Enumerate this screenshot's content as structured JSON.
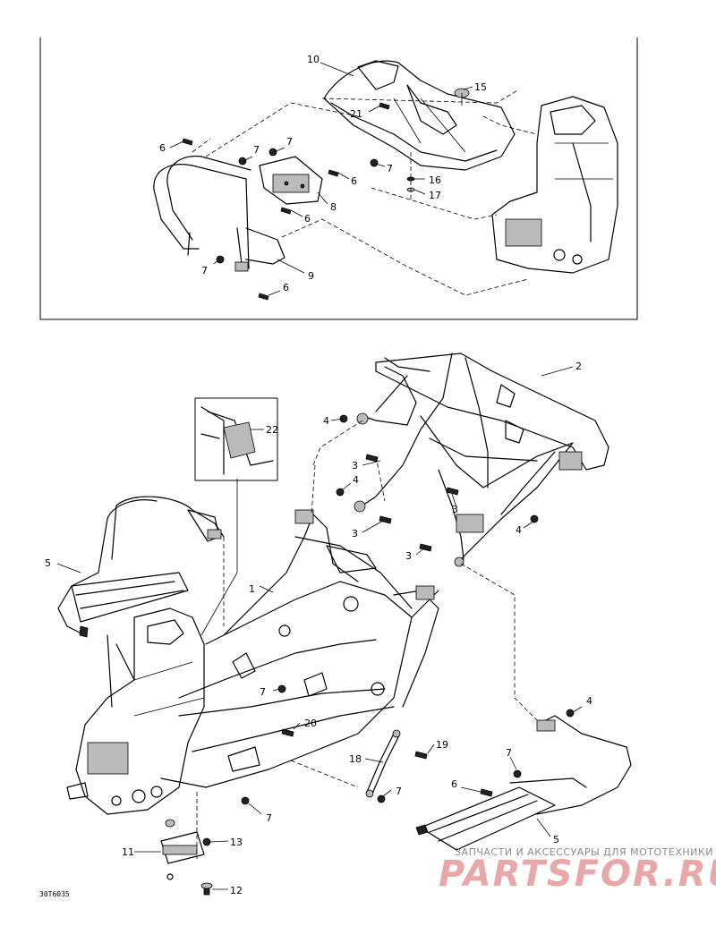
{
  "callouts": {
    "c1": "1",
    "c2": "2",
    "c3a": "3",
    "c3b": "3",
    "c3c": "3",
    "c3d": "3",
    "c4a": "4",
    "c4b": "4",
    "c4c": "4",
    "c4d": "4",
    "c5a": "5",
    "c5b": "5",
    "c6a": "6",
    "c6b": "6",
    "c6c": "6",
    "c6d": "6",
    "c6e": "6",
    "c7a": "7",
    "c7b": "7",
    "c7c": "7",
    "c7d": "7",
    "c7e": "7",
    "c7f": "7",
    "c7g": "7",
    "c7h": "7",
    "c8": "8",
    "c9": "9",
    "c10": "10",
    "c11": "11",
    "c12": "12",
    "c13": "13",
    "c15": "15",
    "c16": "16",
    "c17": "17",
    "c18": "18",
    "c19": "19",
    "c20": "20",
    "c21": "21",
    "c22": "22"
  },
  "drawing_code": "30T6035",
  "watermark": {
    "line1": "ЗАПЧАСТИ И АКСЕССУАРЫ ДЛЯ МОТОТЕХНИКИ",
    "line2": "PARTSFOR.RU"
  }
}
